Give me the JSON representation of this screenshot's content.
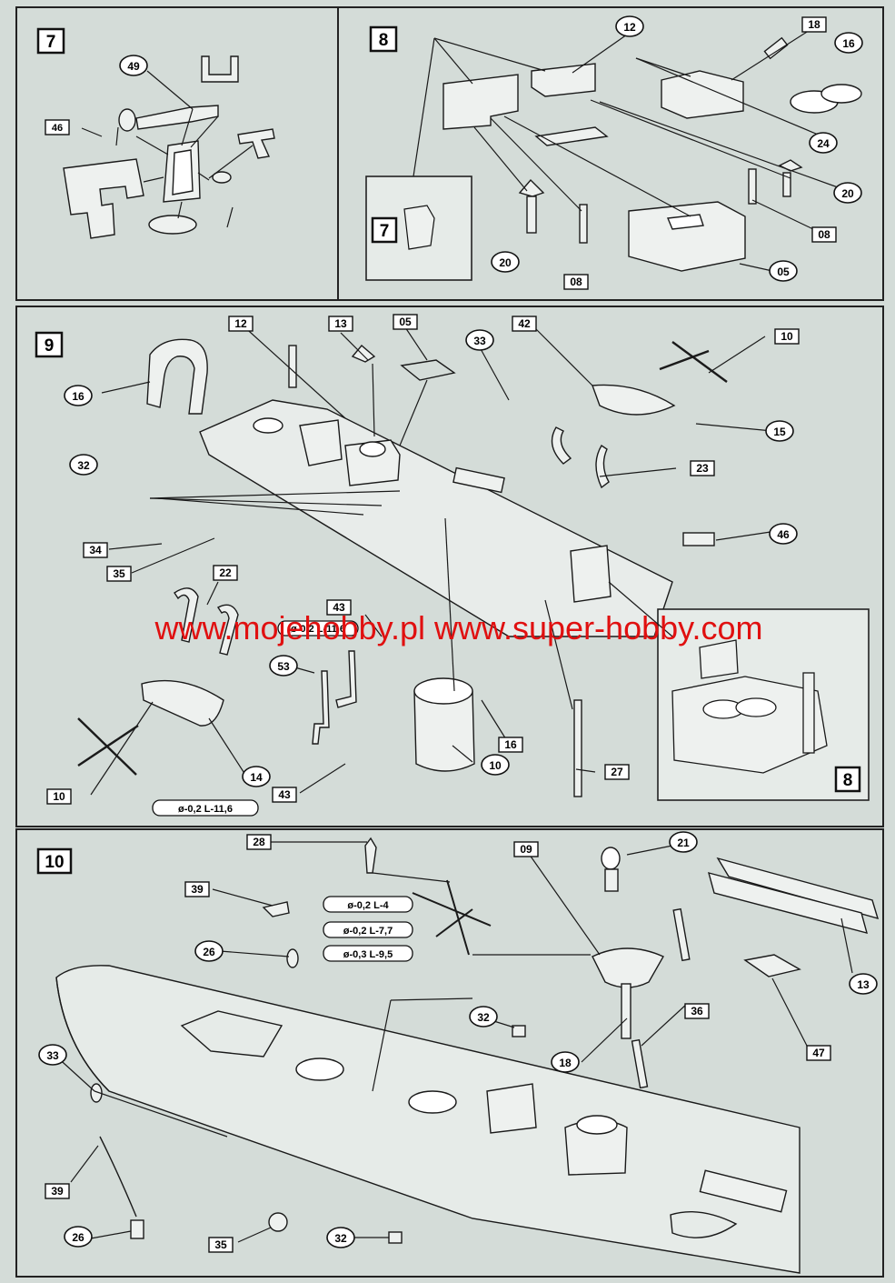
{
  "watermark": "www.mojehobby.pl www.super-hobby.com",
  "steps": [
    {
      "number": "7",
      "callouts": [
        "49",
        "46"
      ]
    },
    {
      "number": "8",
      "callouts": [
        "12",
        "18",
        "16",
        "24",
        "20",
        "20",
        "08",
        "08",
        "05"
      ],
      "inset_step": "7"
    },
    {
      "number": "9",
      "callouts": [
        "12",
        "13",
        "05",
        "33",
        "42",
        "10",
        "16",
        "15",
        "32",
        "23",
        "34",
        "35",
        "46",
        "22",
        "53",
        "14",
        "16",
        "10",
        "10",
        "43",
        "27"
      ],
      "inset_step": "8",
      "wire_specs": [
        "ø-0,2 L-11,6",
        "ø-0,2 L-11,6"
      ]
    },
    {
      "number": "10",
      "callouts": [
        "28",
        "09",
        "21",
        "39",
        "26",
        "13",
        "32",
        "36",
        "33",
        "18",
        "47",
        "39",
        "26",
        "35",
        "32"
      ],
      "wire_specs": [
        "ø-0,2 L-4",
        "ø-0,2 L-7,7",
        "ø-0,3 L-9,5"
      ]
    }
  ],
  "colors": {
    "paper": "#d4dcd8",
    "ink": "#1a1a1a",
    "watermark": "#e01010",
    "part_fill": "#eef1ef"
  }
}
